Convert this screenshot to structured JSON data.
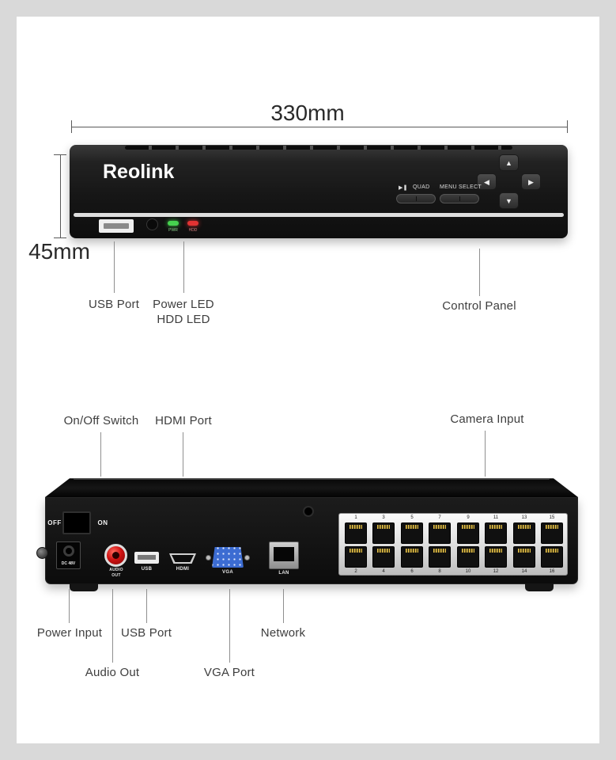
{
  "dimensions": {
    "width": "330mm",
    "height": "45mm"
  },
  "front_view": {
    "brand": "Reolink",
    "controls": {
      "play_pause": "▶❚",
      "quad": "QUAD",
      "menu": "MENU",
      "select": "SELECT",
      "up": "▲",
      "down": "▼",
      "left": "◀",
      "right": "▶"
    },
    "leds": {
      "power": "PWR",
      "hdd": "HDD"
    },
    "callouts": {
      "usb": "USB Port",
      "power_led": "Power LED",
      "hdd_led": "HDD LED",
      "control_panel": "Control Panel"
    }
  },
  "back_view": {
    "callouts_top": {
      "on_off": "On/Off Switch",
      "hdmi": "HDMI Port",
      "camera": "Camera Input"
    },
    "callouts_bottom": {
      "power": "Power Input",
      "usb": "USB Port",
      "network": "Network",
      "audio": "Audio Out",
      "vga": "VGA Port"
    },
    "switch": {
      "off": "OFF",
      "on": "ON"
    },
    "port_labels": {
      "dc": "DC 48V",
      "audio": "AUDIO OUT",
      "usb": "USB",
      "hdmi": "HDMI",
      "vga": "VGA",
      "lan": "LAN"
    },
    "camera_ports": {
      "top": [
        "1",
        "3",
        "5",
        "7",
        "9",
        "11",
        "13",
        "15"
      ],
      "bottom": [
        "2",
        "4",
        "6",
        "8",
        "10",
        "12",
        "14",
        "16"
      ]
    }
  },
  "colors": {
    "device_black": "#161616",
    "led_power_green": "#46d24f",
    "led_hdd_red": "#e23333",
    "audio_jack_red": "#d01212",
    "vga_blue": "#3c6cd2",
    "camera_block_silver": "#dcdcdc",
    "label_text": "#3e3e3e",
    "leader_line": "#8f8f8f"
  }
}
